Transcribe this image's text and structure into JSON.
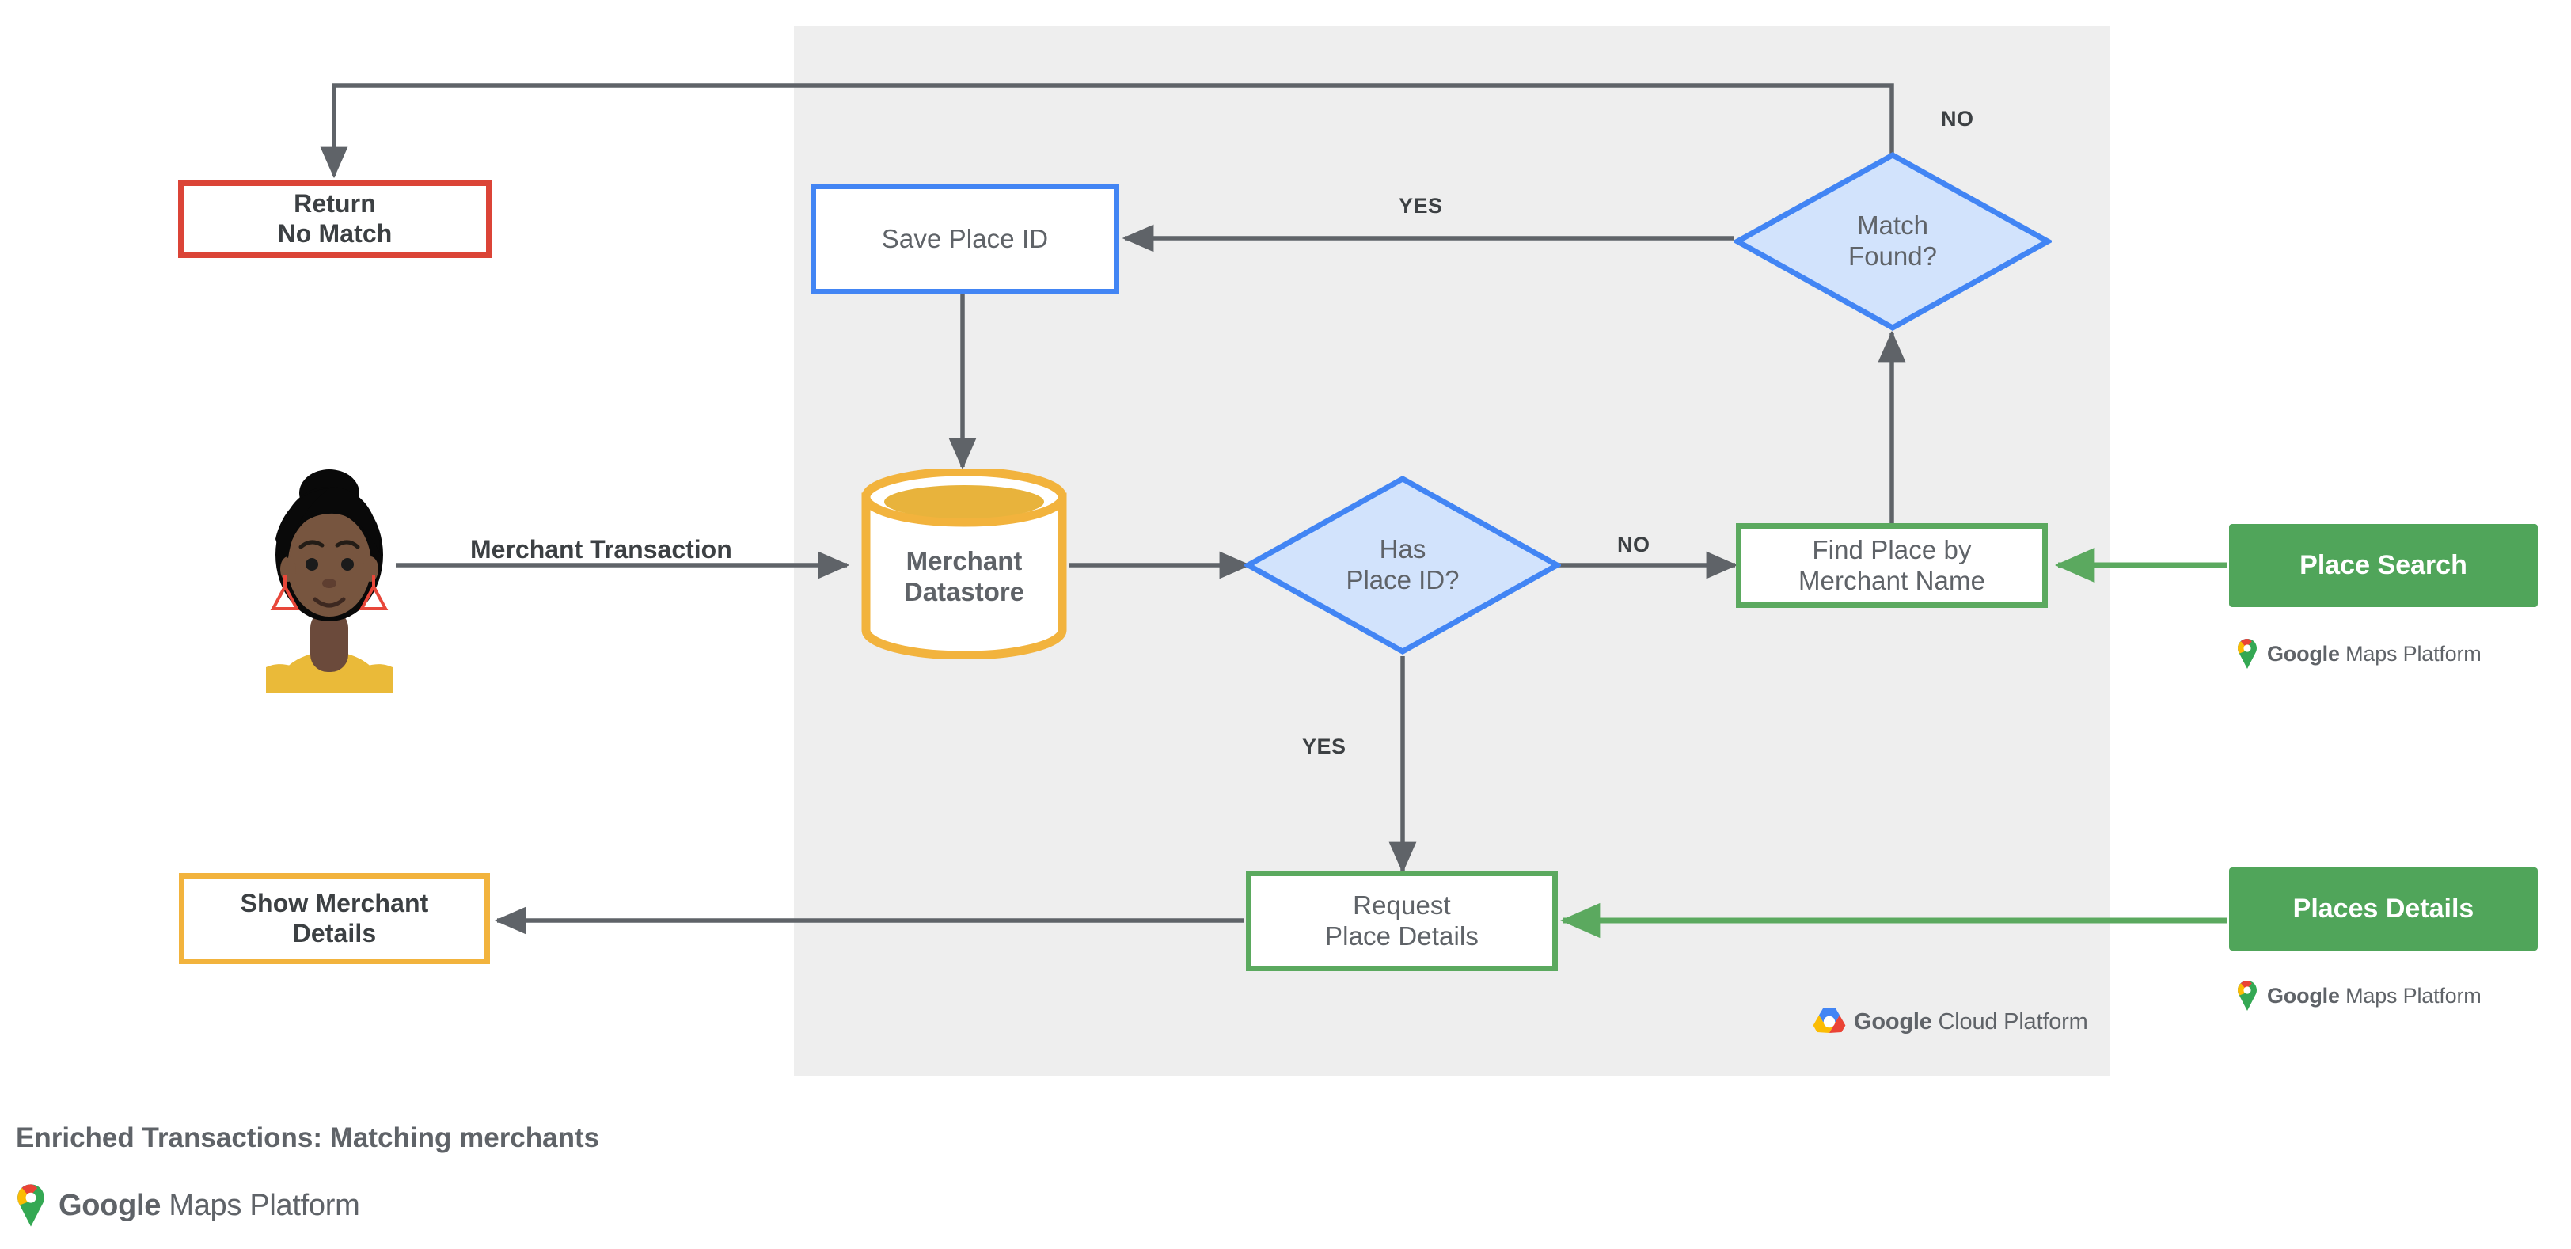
{
  "diagram": {
    "caption": "Enriched Transactions: Matching merchants",
    "caption_logo": {
      "brand": "Google",
      "product": "Maps Platform"
    },
    "panel": {
      "name": "Google Cloud Platform region",
      "logo_brand": "Google",
      "logo_product": "Cloud Platform"
    },
    "colors": {
      "panel_bg": "#eeeeee",
      "red": "#db4437",
      "blue": "#4285f4",
      "blue_fill": "#d2e3fc",
      "green": "#5ba95f",
      "green_solid": "#50a55a",
      "amber": "#f2b33d",
      "arrow_gray": "#5f6368",
      "text_gray": "#5f6368"
    },
    "actor": {
      "name": "customer-avatar",
      "alt": "Customer illustration"
    },
    "nodes": [
      {
        "id": "return-no-match",
        "label": "Return\nNo Match",
        "shape": "rectangle",
        "accent": "red"
      },
      {
        "id": "save-place-id",
        "label": "Save Place ID",
        "shape": "rectangle",
        "accent": "blue"
      },
      {
        "id": "match-found",
        "label": "Match\nFound?",
        "shape": "diamond",
        "accent": "blue"
      },
      {
        "id": "merchant-datastore",
        "label": "Merchant\nDatastore",
        "shape": "cylinder",
        "accent": "amber"
      },
      {
        "id": "has-place-id",
        "label": "Has\nPlace ID?",
        "shape": "diamond",
        "accent": "blue"
      },
      {
        "id": "find-place",
        "label": "Find Place by\nMerchant Name",
        "shape": "rectangle",
        "accent": "green"
      },
      {
        "id": "show-merchant",
        "label": "Show Merchant\nDetails",
        "shape": "rectangle",
        "accent": "amber"
      },
      {
        "id": "request-details",
        "label": "Request\nPlace Details",
        "shape": "rectangle",
        "accent": "green"
      }
    ],
    "api_chips": [
      {
        "id": "place-search",
        "label": "Place Search",
        "logo_brand": "Google",
        "logo_product": "Maps Platform"
      },
      {
        "id": "places-details",
        "label": "Places Details",
        "logo_brand": "Google",
        "logo_product": "Maps Platform"
      }
    ],
    "edge_labels": {
      "merchant_transaction": "Merchant Transaction",
      "match_found_no": "NO",
      "match_found_yes": "YES",
      "has_place_id_no": "NO",
      "has_place_id_yes": "YES"
    }
  }
}
